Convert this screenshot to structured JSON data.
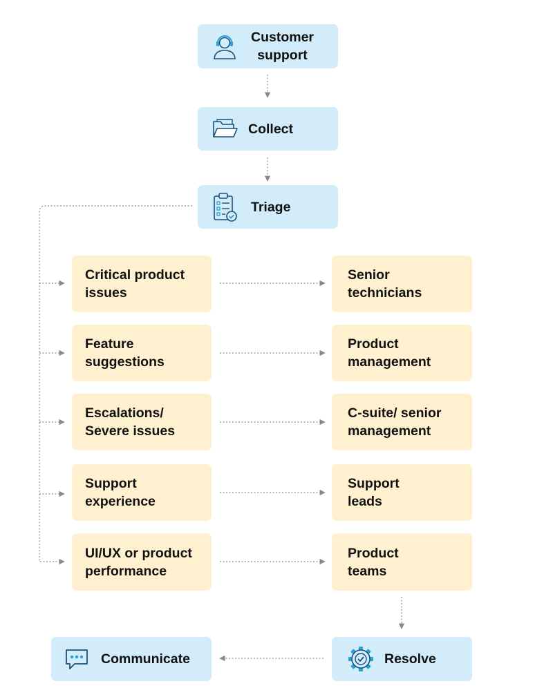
{
  "nodes": {
    "customer_support": {
      "label": "Customer\nsupport",
      "icon": "headset-user-icon"
    },
    "collect": {
      "label": "Collect",
      "icon": "folder-icon"
    },
    "triage": {
      "label": "Triage",
      "icon": "clipboard-check-icon"
    },
    "categories": [
      {
        "label": "Critical product\nissues"
      },
      {
        "label": "Feature\nsuggestions"
      },
      {
        "label": "Escalations/\nSevere issues"
      },
      {
        "label": "Support\nexperience"
      },
      {
        "label": "UI/UX or product\nperformance"
      }
    ],
    "owners": [
      {
        "label": "Senior\ntechnicians"
      },
      {
        "label": "Product\nmanagement"
      },
      {
        "label": "C-suite/ senior\nmanagement"
      },
      {
        "label": "Support\nleads"
      },
      {
        "label": "Product\nteams"
      }
    ],
    "resolve": {
      "label": "Resolve",
      "icon": "gear-check-icon"
    },
    "communicate": {
      "label": "Communicate",
      "icon": "chat-bubble-icon"
    }
  },
  "colors": {
    "blue_box": "#d3ecfa",
    "yellow_box": "#fff1d0",
    "icon_stroke": "#1a4f7a",
    "icon_accent": "#2aa0d8",
    "connector": "#8a8a8a"
  }
}
